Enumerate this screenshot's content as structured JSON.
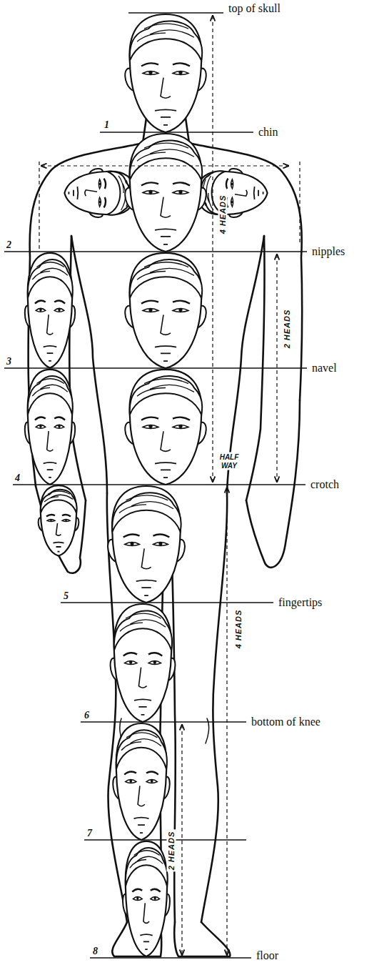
{
  "diagram": {
    "labels": [
      "top of skull",
      "1",
      "chin",
      "2",
      "nipples",
      "3",
      "navel",
      "4",
      "crotch",
      "5",
      "fingertips",
      "6",
      "bottom of knee",
      "7",
      "8",
      "floor",
      "4 HEADS",
      "2 HEADS",
      "HALF WAY",
      "4 HEADS",
      "2 HEADS"
    ]
  }
}
